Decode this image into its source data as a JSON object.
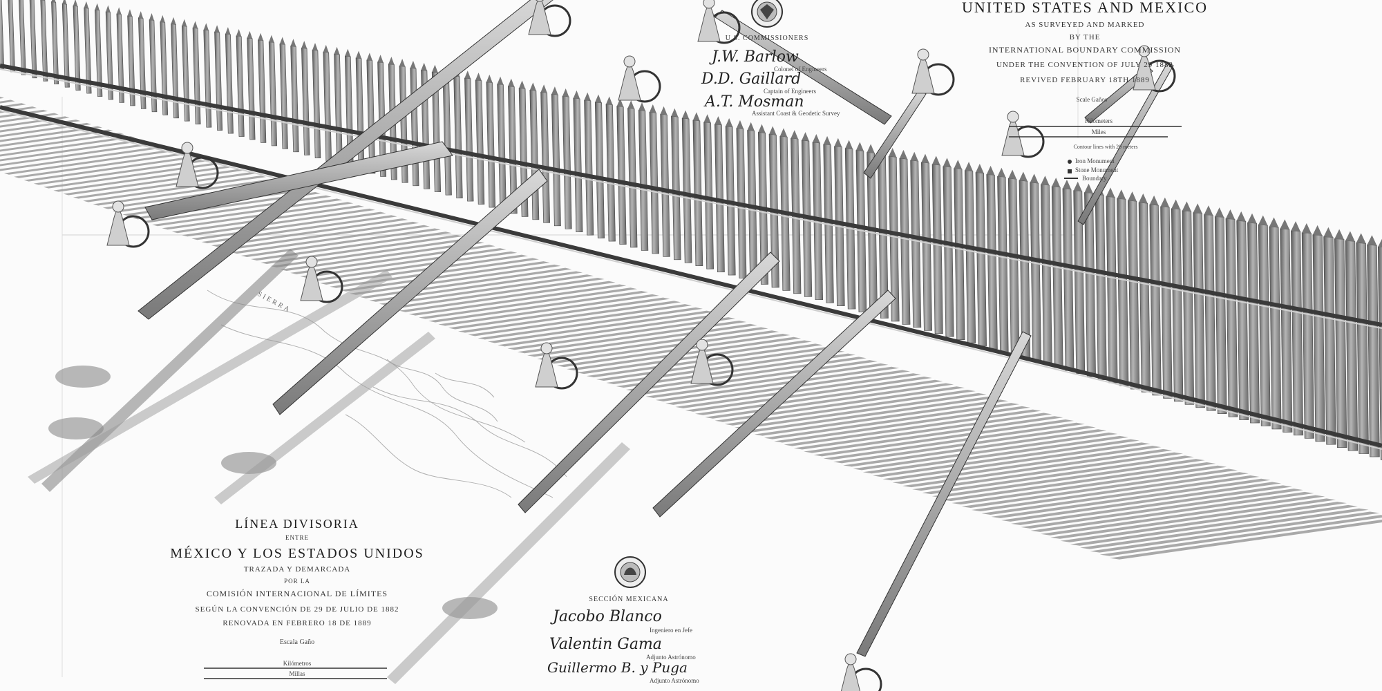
{
  "us_header": {
    "title": "UNITED STATES AND MEXICO",
    "line1": "AS SURVEYED AND MARKED",
    "line2": "BY THE",
    "line3": "INTERNATIONAL BOUNDARY COMMISSION",
    "line4": "UNDER THE CONVENTION OF JULY 29 1882",
    "line5": "REVIVED FEBRUARY 18TH 1889",
    "scale": "Scale Gaños"
  },
  "us_commissioners": {
    "heading": "U.S. COMMISSIONERS",
    "sig1": "J.W. Barlow",
    "role1": "Colonel of Engineers",
    "sig2": "D.D. Gaillard",
    "role2": "Captain of Engineers",
    "sig3": "A.T. Mosman",
    "role3": "Assistant Coast & Geodetic Survey"
  },
  "legend": {
    "kilometers": "Kilometers",
    "miles": "Miles",
    "contour_note": "Contour lines with 20 meters",
    "item1": "Iron Monument",
    "item2": "Stone Monument",
    "item3": "Boundary"
  },
  "mx_header": {
    "title": "LÍNEA DIVISORIA",
    "line1": "ENTRE",
    "title2": "MÉXICO Y LOS ESTADOS UNIDOS",
    "line2": "TRAZADA Y DEMARCADA",
    "line3": "POR LA",
    "line4": "COMISIÓN INTERNACIONAL DE LÍMITES",
    "line5": "SEGÚN LA CONVENCIÓN DE 29 DE JULIO DE 1882",
    "line6": "RENOVADA EN FEBRERO 18 DE 1889",
    "scale": "Escala Gaño",
    "kilometros": "Kilómetros",
    "millas": "Millas"
  },
  "mx_section": {
    "heading": "SECCIÓN MEXICANA",
    "sig1": "Jacobo Blanco",
    "role1": "Ingeniero en Jefe",
    "sig2": "Valentin Gama",
    "role2": "Adjunto Astrónomo",
    "sig3": "Guillermo B. y Puga",
    "role3": "Adjunto Astrónomo"
  },
  "map_labels": {
    "river": "SIERRA"
  },
  "colors": {
    "paper": "#fbfbfb",
    "fence": "#8a8a8a",
    "fence_dark": "#4a4a4a",
    "shadow": "#9a9a9a",
    "ink": "#222222"
  },
  "icons": [
    "seal-us-icon",
    "seal-mexico-icon",
    "seesaw-figure-icon",
    "wheel-icon"
  ]
}
